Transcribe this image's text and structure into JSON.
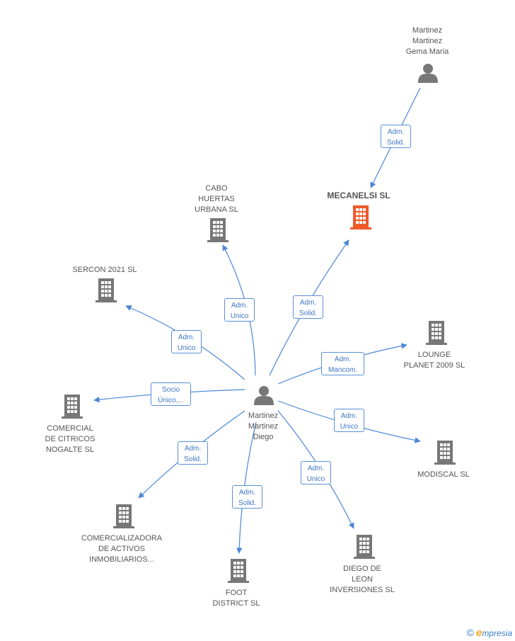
{
  "colors": {
    "edge": "#4a86d8",
    "node": "#777777",
    "focus_node": "#f05a2a",
    "label_text": "#3f74c4"
  },
  "nodes": [
    {
      "id": "diego",
      "icon": "person-icon",
      "lines": [
        "Martinez",
        "Martinez",
        "Diego"
      ]
    },
    {
      "id": "gema",
      "icon": "person-icon",
      "lines": [
        "Martinez",
        "Martinez",
        "Gema Maria"
      ]
    },
    {
      "id": "mecanelsi",
      "icon": "building-icon",
      "focus": true,
      "lines": [
        "MECANELSI SL"
      ]
    },
    {
      "id": "cabo",
      "icon": "building-icon",
      "lines": [
        "CABO",
        "HUERTAS",
        "URBANA SL"
      ]
    },
    {
      "id": "sercon",
      "icon": "building-icon",
      "lines": [
        "SERCON 2021 SL"
      ]
    },
    {
      "id": "lounge",
      "icon": "building-icon",
      "lines": [
        "LOUNGE",
        "PLANET 2009 SL"
      ]
    },
    {
      "id": "comercial",
      "icon": "building-icon",
      "lines": [
        "COMERCIAL",
        "DE CITRICOS",
        "NOGALTE SL"
      ]
    },
    {
      "id": "modiscal",
      "icon": "building-icon",
      "lines": [
        "MODISCAL SL"
      ]
    },
    {
      "id": "comercializadora",
      "icon": "building-icon",
      "lines": [
        "COMERCIALIZADORA",
        "DE ACTIVOS",
        "INMOBILIARIOS..."
      ]
    },
    {
      "id": "diegodeleon",
      "icon": "building-icon",
      "lines": [
        "DIEGO DE",
        "LEON",
        "INVERSIONES SL"
      ]
    },
    {
      "id": "foot",
      "icon": "building-icon",
      "lines": [
        "FOOT",
        "DISTRICT SL"
      ]
    }
  ],
  "edges": [
    {
      "from": "gema",
      "to": "mecanelsi",
      "label": "Adm.\nSolid."
    },
    {
      "from": "diego",
      "to": "mecanelsi",
      "label": "Adm.\nSolid."
    },
    {
      "from": "diego",
      "to": "cabo",
      "label": "Adm.\nUnico"
    },
    {
      "from": "diego",
      "to": "sercon",
      "label": "Adm.\nUnico"
    },
    {
      "from": "diego",
      "to": "lounge",
      "label": "Adm.\nMancom."
    },
    {
      "from": "diego",
      "to": "comercial",
      "label": "Socio\nÚnico,..."
    },
    {
      "from": "diego",
      "to": "modiscal",
      "label": "Adm.\nUnico"
    },
    {
      "from": "diego",
      "to": "comercializadora",
      "label": "Adm.\nSolid."
    },
    {
      "from": "diego",
      "to": "diegodeleon",
      "label": "Adm.\nUnico"
    },
    {
      "from": "diego",
      "to": "foot",
      "label": "Adm.\nSolid."
    }
  ],
  "brand": {
    "copyright": "©",
    "e": "e",
    "rest": "mpresia"
  }
}
